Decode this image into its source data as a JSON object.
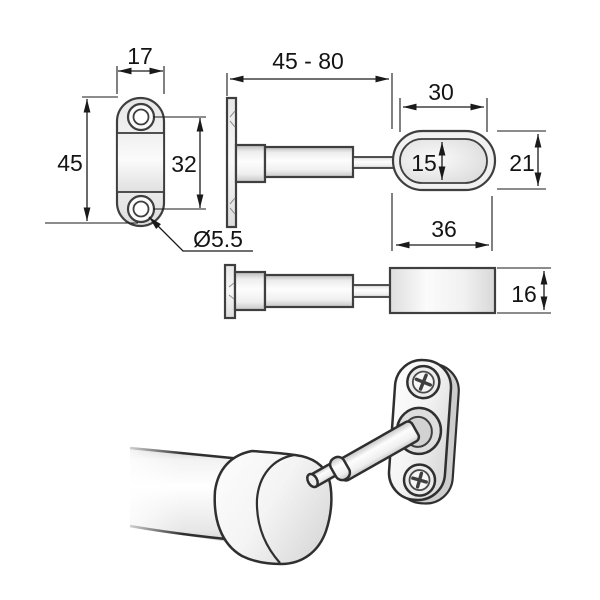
{
  "colors": {
    "background": "#ffffff",
    "outline": "#3f3f3f",
    "dim_line": "#1a1a1a",
    "text": "#141414"
  },
  "drawing": {
    "front_view": {
      "plate_width": "17",
      "plate_height": "45",
      "hole_spacing": "32",
      "hole_diameter": "Ø5.5"
    },
    "side_view": {
      "length_range": "45 - 80"
    },
    "end_view": {
      "inner_width": "30",
      "inner_height": "15",
      "outer_height": "21",
      "outer_width": "36"
    },
    "top_view": {
      "cup_height": "16"
    }
  }
}
